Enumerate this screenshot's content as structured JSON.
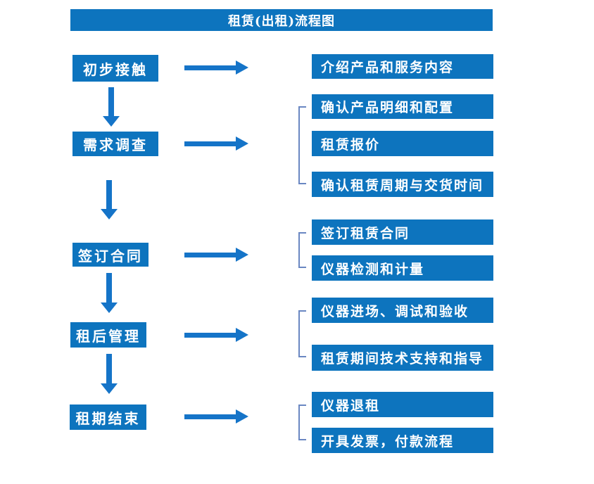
{
  "title": "租赁(出租)流程图",
  "colors": {
    "box_blue": "#0d74be",
    "arrow_blue": "#1574c8",
    "bracket_blue": "#6a87c2",
    "text_white": "#ffffff"
  },
  "steps": [
    {
      "label": "初步接触",
      "details": [
        "介绍产品和服务内容"
      ]
    },
    {
      "label": "需求调查",
      "details": [
        "确认产品明细和配置",
        "租赁报价",
        "确认租赁周期与交货时间"
      ]
    },
    {
      "label": "签订合同",
      "details": [
        "签订租赁合同",
        "仪器检测和计量"
      ]
    },
    {
      "label": "租后管理",
      "details": [
        "仪器进场、调试和验收",
        "租赁期间技术支持和指导"
      ]
    },
    {
      "label": "租期结束",
      "details": [
        "仪器退租",
        "开具发票，付款流程"
      ]
    }
  ]
}
